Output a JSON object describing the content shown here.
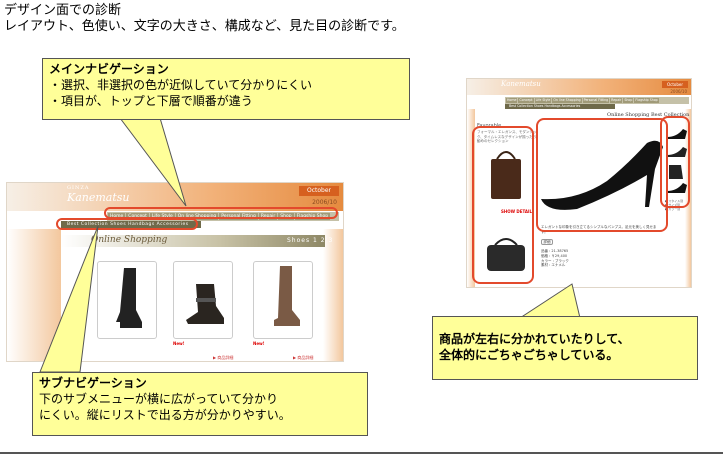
{
  "header": {
    "line1": "デザイン面での診断",
    "line2": "レイアウト、色使い、文字の大きさ、構成など、見た目の診断です。"
  },
  "callouts": {
    "main_nav": {
      "title": "メインナビゲーション",
      "line1": "・選択、非選択の色が近似していて分かりにくい",
      "line2": "・項目が、トップと下層で順番が違う"
    },
    "sub_nav": {
      "title": "サブナビゲーション",
      "line1": "下のサブメニューが横に広がっていて分かり",
      "line2": "にくい。縦にリストで出る方が分かりやすい。"
    },
    "layout": {
      "line1": "商品が左右に分かれていたりして、",
      "line2": "全体的にごちゃごちゃしている。"
    }
  },
  "site_left": {
    "logo_small": "GINZA",
    "logo": "Kanematsu",
    "month": "October",
    "year": "2006/10",
    "nav": [
      "Home",
      "Concept",
      "Life Style",
      "On line Shopping",
      "Personal Fitting",
      "Repair",
      "Shop",
      "Flagship Shop"
    ],
    "subnav": "Best Collection   Shoes   Handbags   Accessories",
    "band_title": "Online Shopping",
    "band_right": "Shoes 1 2 3",
    "more_label": "▶ 商品詳細",
    "new_label": "New!"
  },
  "site_right": {
    "logo": "Kanematsu",
    "month": "October",
    "year": "2006/10",
    "nav": [
      "Home",
      "Concept",
      "Life Style",
      "On line Shopping",
      "Personal Fitting",
      "Repair",
      "Shop",
      "Flagship Shop"
    ],
    "subnav": "Best Collection   Shoes   Handbags   Accessories",
    "online_title": "Online Shopping  Best Collection",
    "left_title": "Favorable",
    "left_desc": "フォーマル・エレガンス、モダンシック、タイムレスなデザインが揃ったお勧めのセレクション",
    "new_label": "SHOW DETAIL",
    "main_desc": "エレガントな印象を引き立てるシンプルなパンプス。足元を美しく見せます。",
    "button": "詳細",
    "spec": [
      "品番 : 21-38765",
      "価格 : ￥29,400",
      "カラー : ブラック",
      "素材 : エナメル"
    ],
    "right_list": [
      "▶ スタイル別",
      "▶ サイズ別",
      "▶ カラー別"
    ]
  },
  "colors": {
    "callout_bg": "#ffff99",
    "ring": "#e34a2c",
    "header_orange": "#e58a3e",
    "nav_olive": "#a09a78"
  }
}
